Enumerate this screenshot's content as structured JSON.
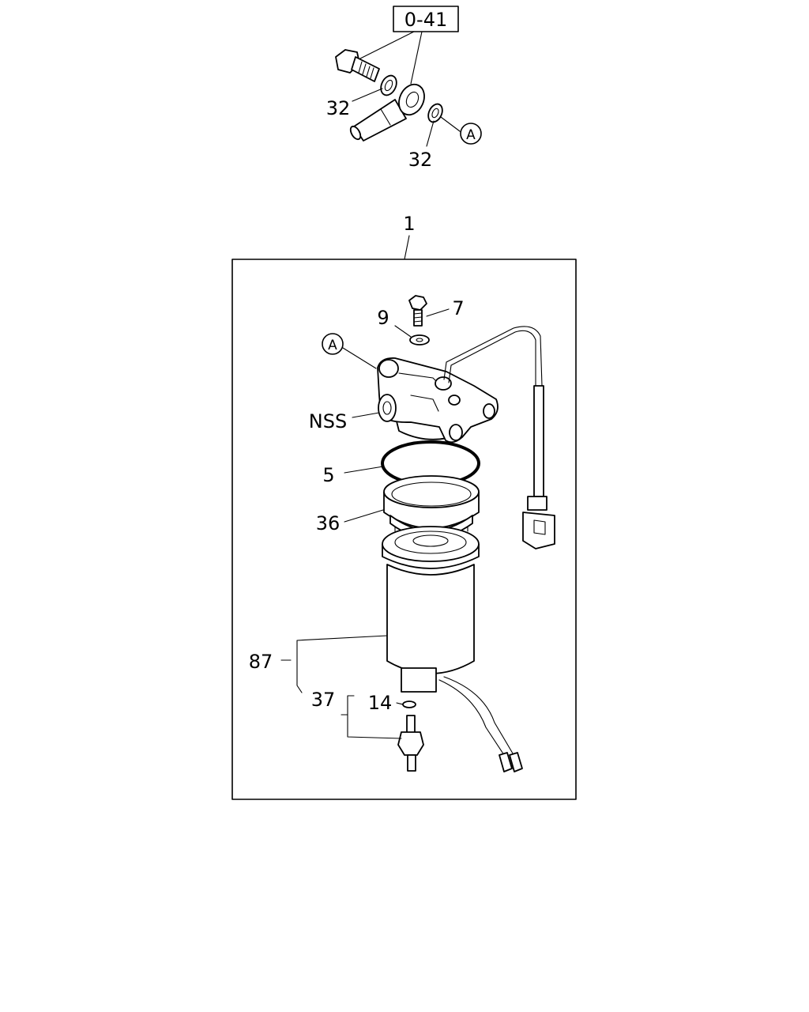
{
  "reference_box": "0-41",
  "callouts": {
    "circle_a_top": "A",
    "circle_a_main": "A",
    "assembly": "1",
    "washer_upper": "32",
    "washer_lower": "32",
    "bolt": "7",
    "washer": "9",
    "nss": "NSS",
    "o_ring": "5",
    "ring_nut": "36",
    "element_kit": "87",
    "drain_plug_kit": "37",
    "drain_o_ring": "14"
  }
}
